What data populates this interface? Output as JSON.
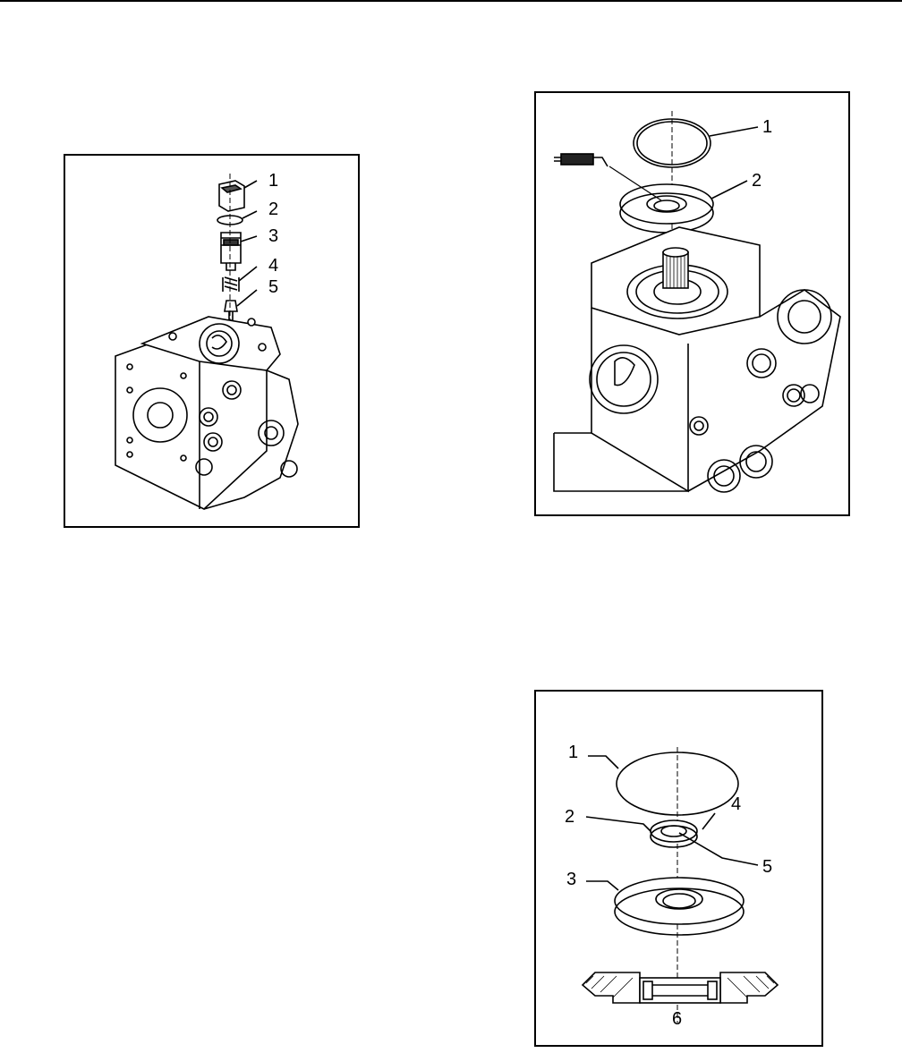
{
  "figures": [
    {
      "callouts": [
        "1",
        "2",
        "3",
        "4",
        "5"
      ]
    },
    {
      "callouts": [
        "1",
        "2"
      ]
    },
    {
      "callouts": [
        "1",
        "2",
        "3",
        "4",
        "5",
        "6"
      ]
    }
  ]
}
